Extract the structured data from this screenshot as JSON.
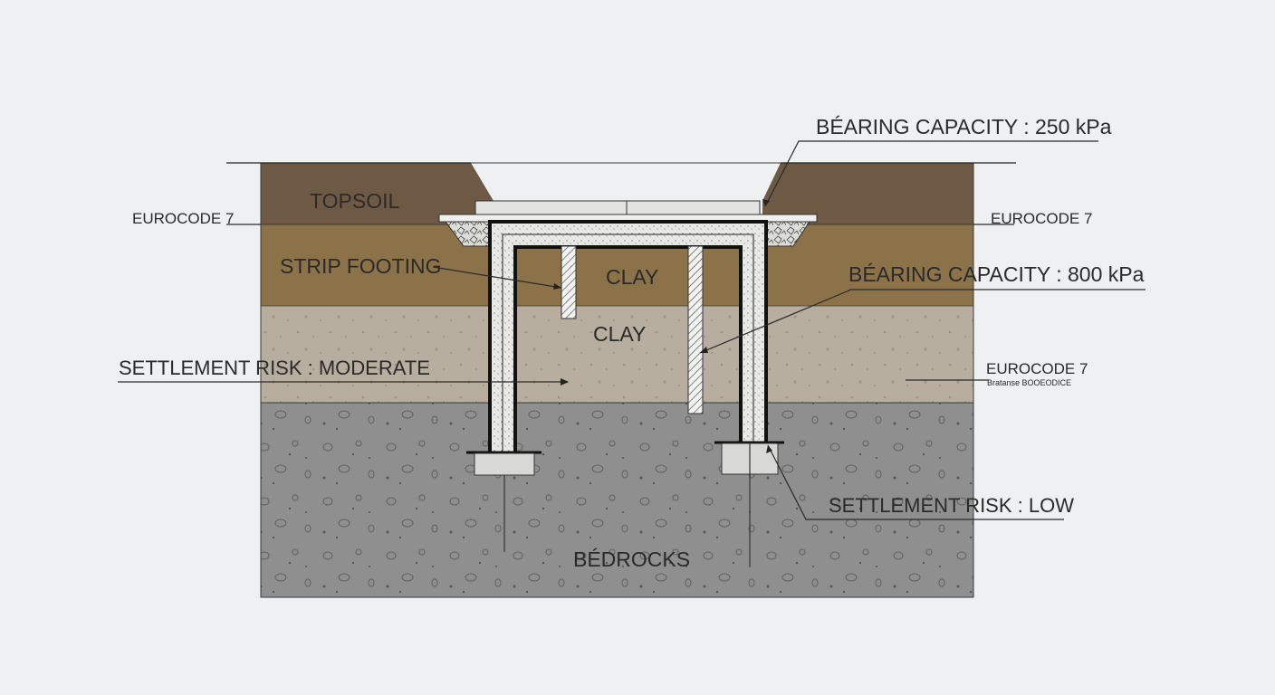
{
  "layers": {
    "topsoil": "TOPSOIL",
    "clay_upper": "CLAY",
    "clay_lower": "CLAY",
    "bedrock": "BÉDROCKS"
  },
  "labels": {
    "strip_footing": "STRIP FOOTING",
    "bearing_top": "BÉARING CAPACITY : 250 kPa",
    "bearing_mid": "BÉARING CAPACITY : 800 kPa",
    "settlement_moderate": "SETTLEMENT RISK : MODERATE",
    "settlement_low": "SETTLEMENT RISK : LOW",
    "eurocode_left": "EUROCODE 7",
    "eurocode_right_top": "EUROCODE 7",
    "eurocode_right_mid": "EUROCODE 7",
    "eurocode_right_sub": "Bratanse BOOEODICE"
  },
  "colors": {
    "background": "#eef0f1",
    "topsoil": "#6e5a44",
    "clay_brown": "#8c7248",
    "clay_grey": "#b7ae9f",
    "bedrock": "#8f8f8f",
    "concrete": "#e6e6e4",
    "ink": "#1e1e1e"
  }
}
